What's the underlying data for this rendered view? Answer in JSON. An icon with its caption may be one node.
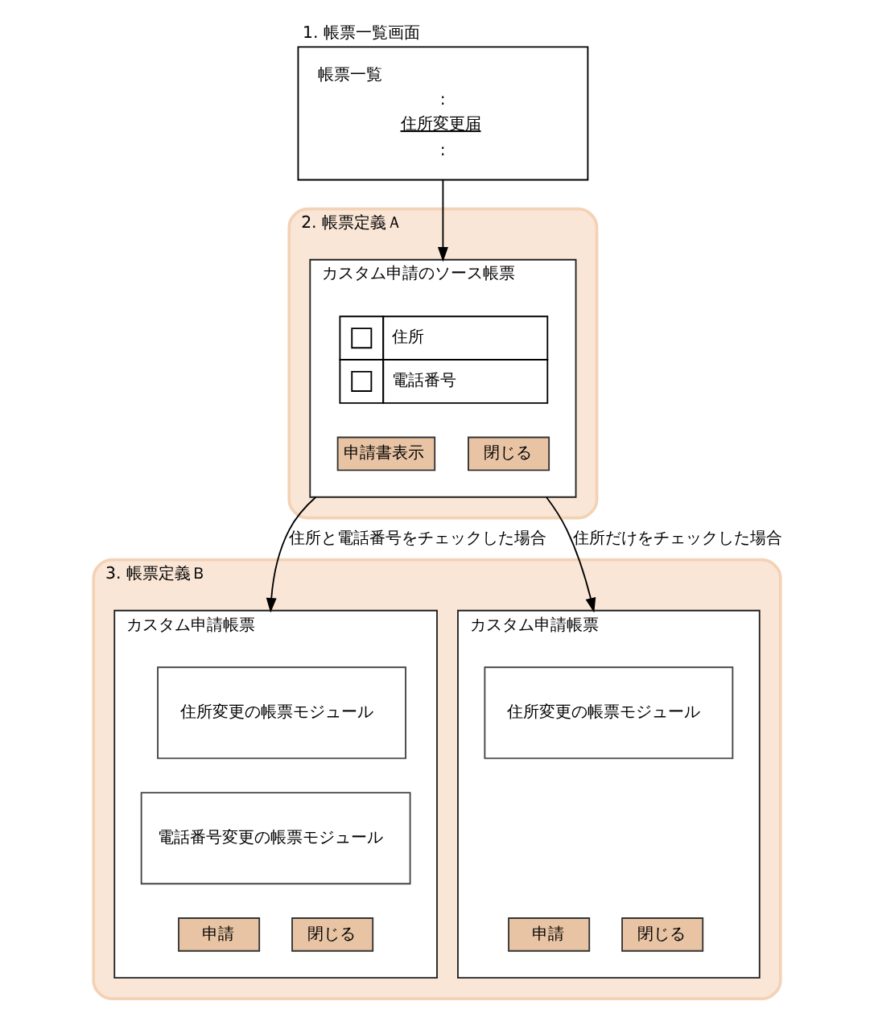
{
  "diagram": {
    "nodes": [
      {
        "text": [
          "1. 帳票一覧画面",
          "帳票一覧",
          ":",
          "住所変更届",
          ":"
        ]
      },
      {
        "text": [
          "2. 帳票定義Ａ"
        ]
      },
      {
        "text": [
          "カスタム申請のソース帳票"
        ],
        "in": 1
      },
      {
        "text": [
          "住所",
          "電話番号"
        ],
        "in": 2
      },
      {
        "text": [
          "申請書表示"
        ],
        "in": 2
      },
      {
        "text": [
          "閉じる"
        ],
        "in": 2
      },
      {
        "text": [
          "3. 帳票定義Ｂ"
        ]
      },
      {
        "text": [
          "カスタム申請帳票"
        ],
        "in": 6
      },
      {
        "text": [
          "住所変更の帳票モジュール"
        ],
        "in": 7
      },
      {
        "text": [
          "電話番号変更の帳票モジュール"
        ],
        "in": 7
      },
      {
        "text": [
          "申請"
        ],
        "in": 7
      },
      {
        "text": [
          "閉じる"
        ],
        "in": 7
      },
      {
        "text": [
          "カスタム申請帳票"
        ],
        "in": 6
      },
      {
        "text": [
          "住所変更の帳票モジュール"
        ],
        "in": 12
      },
      {
        "text": [
          "申請"
        ],
        "in": 12
      },
      {
        "text": [
          "閉じる"
        ],
        "in": 12
      }
    ],
    "edges": [
      {
        "from": 0,
        "to": 2,
        "arrow": "to"
      },
      {
        "from": 2,
        "to": 7,
        "label": "住所と電話番号をチェックした場合",
        "arrow": "to"
      },
      {
        "from": 2,
        "to": 12,
        "label": "住所だけをチェックした場合",
        "arrow": "to"
      }
    ]
  }
}
